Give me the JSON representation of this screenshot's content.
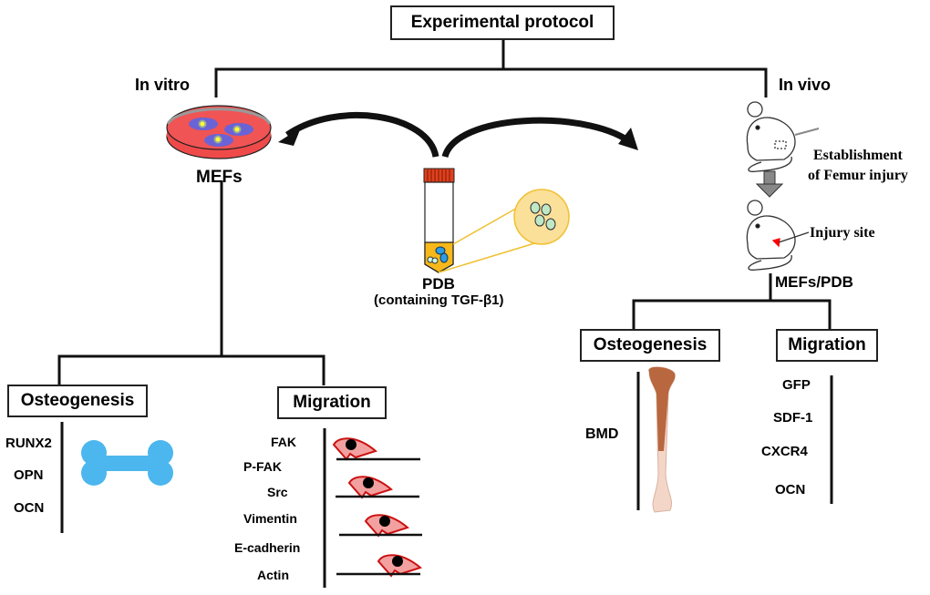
{
  "title": "Experimental protocol",
  "in_vitro": {
    "label": "In vitro",
    "cells_label": "MEFs",
    "osteogenesis": {
      "label": "Osteogenesis",
      "markers": [
        "RUNX2",
        "OPN",
        "OCN"
      ],
      "icon": "bone-icon"
    },
    "migration": {
      "label": "Migration",
      "markers": [
        "FAK",
        "P-FAK",
        "Src",
        "Vimentin",
        "E-cadherin",
        "Actin"
      ],
      "icon": "migrating-cell-icon"
    }
  },
  "center": {
    "label": "PDB",
    "sublabel": "(containing TGF-β1)"
  },
  "in_vivo": {
    "label": "In vivo",
    "step1": "Establishment",
    "step1b": "of Femur injury",
    "step2": "Injury site",
    "treatment": "MEFs/PDB",
    "osteogenesis": {
      "label": "Osteogenesis",
      "markers": [
        "BMD"
      ],
      "icon": "femur-icon"
    },
    "migration": {
      "label": "Migration",
      "markers": [
        "GFP",
        "SDF-1",
        "CXCR4",
        "OCN"
      ]
    }
  },
  "colors": {
    "dish": "#ef4a4a",
    "cell": "#6a63d6",
    "bone_blue": "#4cb6ee",
    "tube_cap": "#e0401c",
    "tube_fluid": "#f6b81a",
    "migrating_cell": "#f3a0a0",
    "femur": "#b8673f"
  }
}
